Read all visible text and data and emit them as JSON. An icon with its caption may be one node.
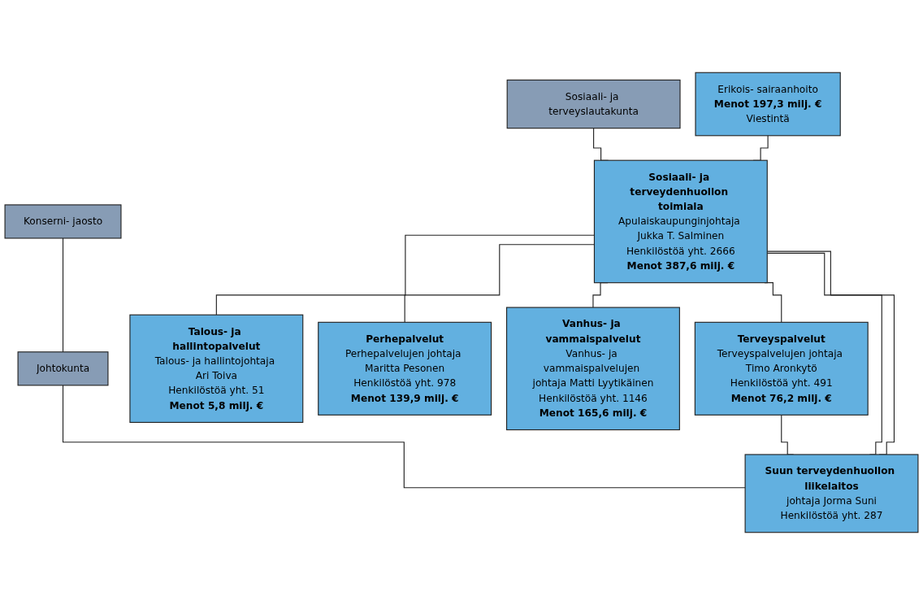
{
  "diagram": {
    "nodes": [
      {
        "text": [
          "Sosiaali- ja terveyslautakunta"
        ]
      },
      {
        "text": [
          "Konserni- jaosto"
        ]
      },
      {
        "text": [
          "Sosiaali- ja terveydenhuollon toimiala",
          "Apulaiskaupunginjohtaja Jukka T. Salminen",
          "Henkilöstöä yht. 2666",
          "Menot 387,6 milj. €"
        ]
      },
      {
        "text": [
          "Johtokunta"
        ]
      },
      {
        "text": [
          "Erikois- sairaanhoito",
          "Menot 197,3 milj. €",
          "Viestintä"
        ]
      },
      {
        "text": [
          "Talous- ja hallintopalvelut",
          "Talous- ja hallintojohtaja Ari Toiva",
          "Henkilöstöä yht. 51",
          "Menot 5,8 milj. €"
        ]
      },
      {
        "text": [
          "Perhepalvelut",
          "Perhepalvelujen johtaja Maritta Pesonen",
          "Henkilöstöä yht. 978",
          "Menot 139,9 milj. €"
        ]
      },
      {
        "text": [
          "Vanhus- ja vammaispalvelut",
          "Vanhus- ja vammaispalvelujen johtaja Matti Lyytikäinen",
          "Henkilöstöä yht. 1146",
          "Menot 165,6 milj. €"
        ]
      },
      {
        "text": [
          "Terveyspalvelut",
          "Terveyspalvelujen johtaja Timo Aronkytö",
          "Henkilöstöä yht. 491",
          "Menot 76,2 milj. €"
        ]
      },
      {
        "text": [
          "Suun terveydenhuollon liikelaitos",
          "johtaja Jorma Suni",
          "Henkilöstöä yht. 287"
        ]
      }
    ],
    "edges": [
      {
        "from": 0,
        "to": 2,
        "arrow": "none"
      },
      {
        "from": 1,
        "to": 3,
        "arrow": "none"
      },
      {
        "from": 4,
        "to": 2,
        "arrow": "none"
      },
      {
        "from": 2,
        "to": 5,
        "arrow": "none"
      },
      {
        "from": 2,
        "to": 6,
        "arrow": "none"
      },
      {
        "from": 2,
        "to": 7,
        "arrow": "none"
      },
      {
        "from": 2,
        "to": 8,
        "arrow": "none"
      },
      {
        "from": 2,
        "to": 9,
        "arrow": "none"
      },
      {
        "from": 2,
        "to": 9,
        "arrow": "none"
      },
      {
        "from": 3,
        "to": 9,
        "arrow": "none"
      },
      {
        "from": 8,
        "to": 9,
        "arrow": "none"
      }
    ]
  }
}
